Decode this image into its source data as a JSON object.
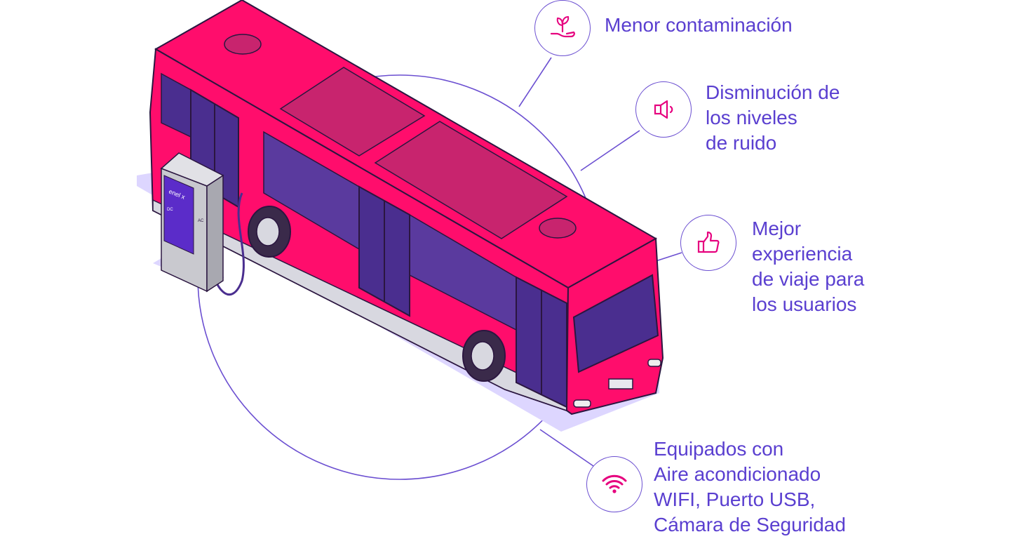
{
  "colors": {
    "accent_text": "#5a3fd0",
    "line": "#6b4fd1",
    "icon": "#e6007e",
    "bus_body": "#ff0d6c",
    "bus_roof_panel": "#c8246e",
    "window": "#4a2e8f",
    "shadow": "#ddd6ff",
    "charger": "#c9c9cf",
    "charger_panel": "#5b2cc9"
  },
  "charger": {
    "brand": "enel x",
    "plug_label": "DC",
    "plug_label_2": "AC"
  },
  "features": [
    {
      "id": "contaminacion",
      "icon": "hand-plant-icon",
      "lines": [
        "Menor contaminación"
      ]
    },
    {
      "id": "ruido",
      "icon": "speaker-icon",
      "lines": [
        "Disminución de",
        "los niveles",
        "de ruido"
      ]
    },
    {
      "id": "experiencia",
      "icon": "thumbs-up-icon",
      "lines": [
        "Mejor",
        "experiencia",
        "de viaje para",
        "los usuarios"
      ]
    },
    {
      "id": "equipamiento",
      "icon": "wifi-icon",
      "lines": [
        "Equipados con",
        "Aire acondicionado",
        "WIFI, Puerto USB,",
        "Cámara de Seguridad"
      ]
    }
  ]
}
